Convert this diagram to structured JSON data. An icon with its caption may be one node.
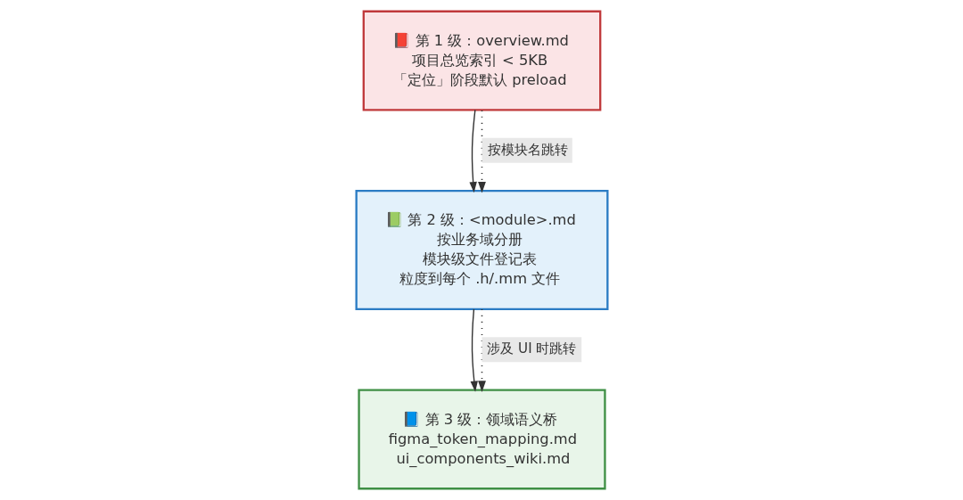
{
  "diagram": {
    "nodes": [
      {
        "text": [
          "📕 第 1 级：overview.md",
          "项目总览索引 < 5KB",
          "「定位」阶段默认 preload"
        ]
      },
      {
        "text": [
          "📗 第 2 级：<module>.md",
          "按业务域分册",
          "模块级文件登记表",
          "粒度到每个 .h/.mm 文件"
        ]
      },
      {
        "text": [
          "📘 第 3 级：领域语义桥",
          "figma_token_mapping.md",
          "ui_components_wiki.md"
        ]
      }
    ],
    "edges": [
      {
        "from": 0,
        "to": 1,
        "arrow": "to"
      },
      {
        "from": 0,
        "to": 1,
        "arrow": "to",
        "style": "dashed",
        "label": "按模块名跳转"
      },
      {
        "from": 1,
        "to": 2,
        "arrow": "to"
      },
      {
        "from": 1,
        "to": 2,
        "arrow": "to",
        "style": "dashed",
        "label": "涉及 UI 时跳转"
      }
    ]
  }
}
